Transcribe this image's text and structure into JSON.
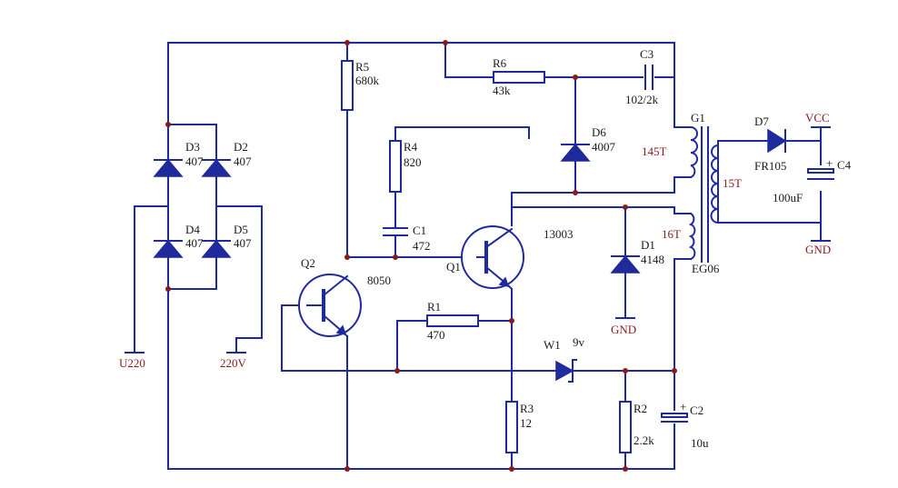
{
  "components": {
    "r5": {
      "ref": "R5",
      "value": "680k"
    },
    "r6": {
      "ref": "R6",
      "value": "43k"
    },
    "c3": {
      "ref": "C3",
      "value": "102/2k"
    },
    "r4": {
      "ref": "R4",
      "value": "820"
    },
    "c1": {
      "ref": "C1",
      "value": "472"
    },
    "d6": {
      "ref": "D6",
      "value": "4007"
    },
    "d3": {
      "ref": "D3",
      "value": "407"
    },
    "d2": {
      "ref": "D2",
      "value": "407"
    },
    "d4": {
      "ref": "D4",
      "value": "407"
    },
    "d5": {
      "ref": "D5",
      "value": "407"
    },
    "q1": {
      "ref": "Q1",
      "value": "13003"
    },
    "q2": {
      "ref": "Q2",
      "value": "8050"
    },
    "r1": {
      "ref": "R1",
      "value": "470"
    },
    "d1": {
      "ref": "D1",
      "value": "4148"
    },
    "w1": {
      "ref": "W1",
      "value": "9v"
    },
    "r3": {
      "ref": "R3",
      "value": "12"
    },
    "r2": {
      "ref": "R2",
      "value": "2.2k"
    },
    "c2": {
      "ref": "C2",
      "value": "10u"
    },
    "d7": {
      "ref": "D7",
      "value": "FR105"
    },
    "c4": {
      "ref": "C4",
      "value": "100uF"
    },
    "t1": {
      "ref": "G1",
      "value": "EG06",
      "primary": "145T",
      "secondary": "15T",
      "feedback": "16T"
    }
  },
  "nets": {
    "vcc": "VCC",
    "gnd_out": "GND",
    "gnd_d1": "GND",
    "ac_in_1": "U220",
    "ac_in_2": "220V"
  },
  "colors": {
    "wire": "#1f2a9c",
    "power_label": "#8b1a1a"
  }
}
